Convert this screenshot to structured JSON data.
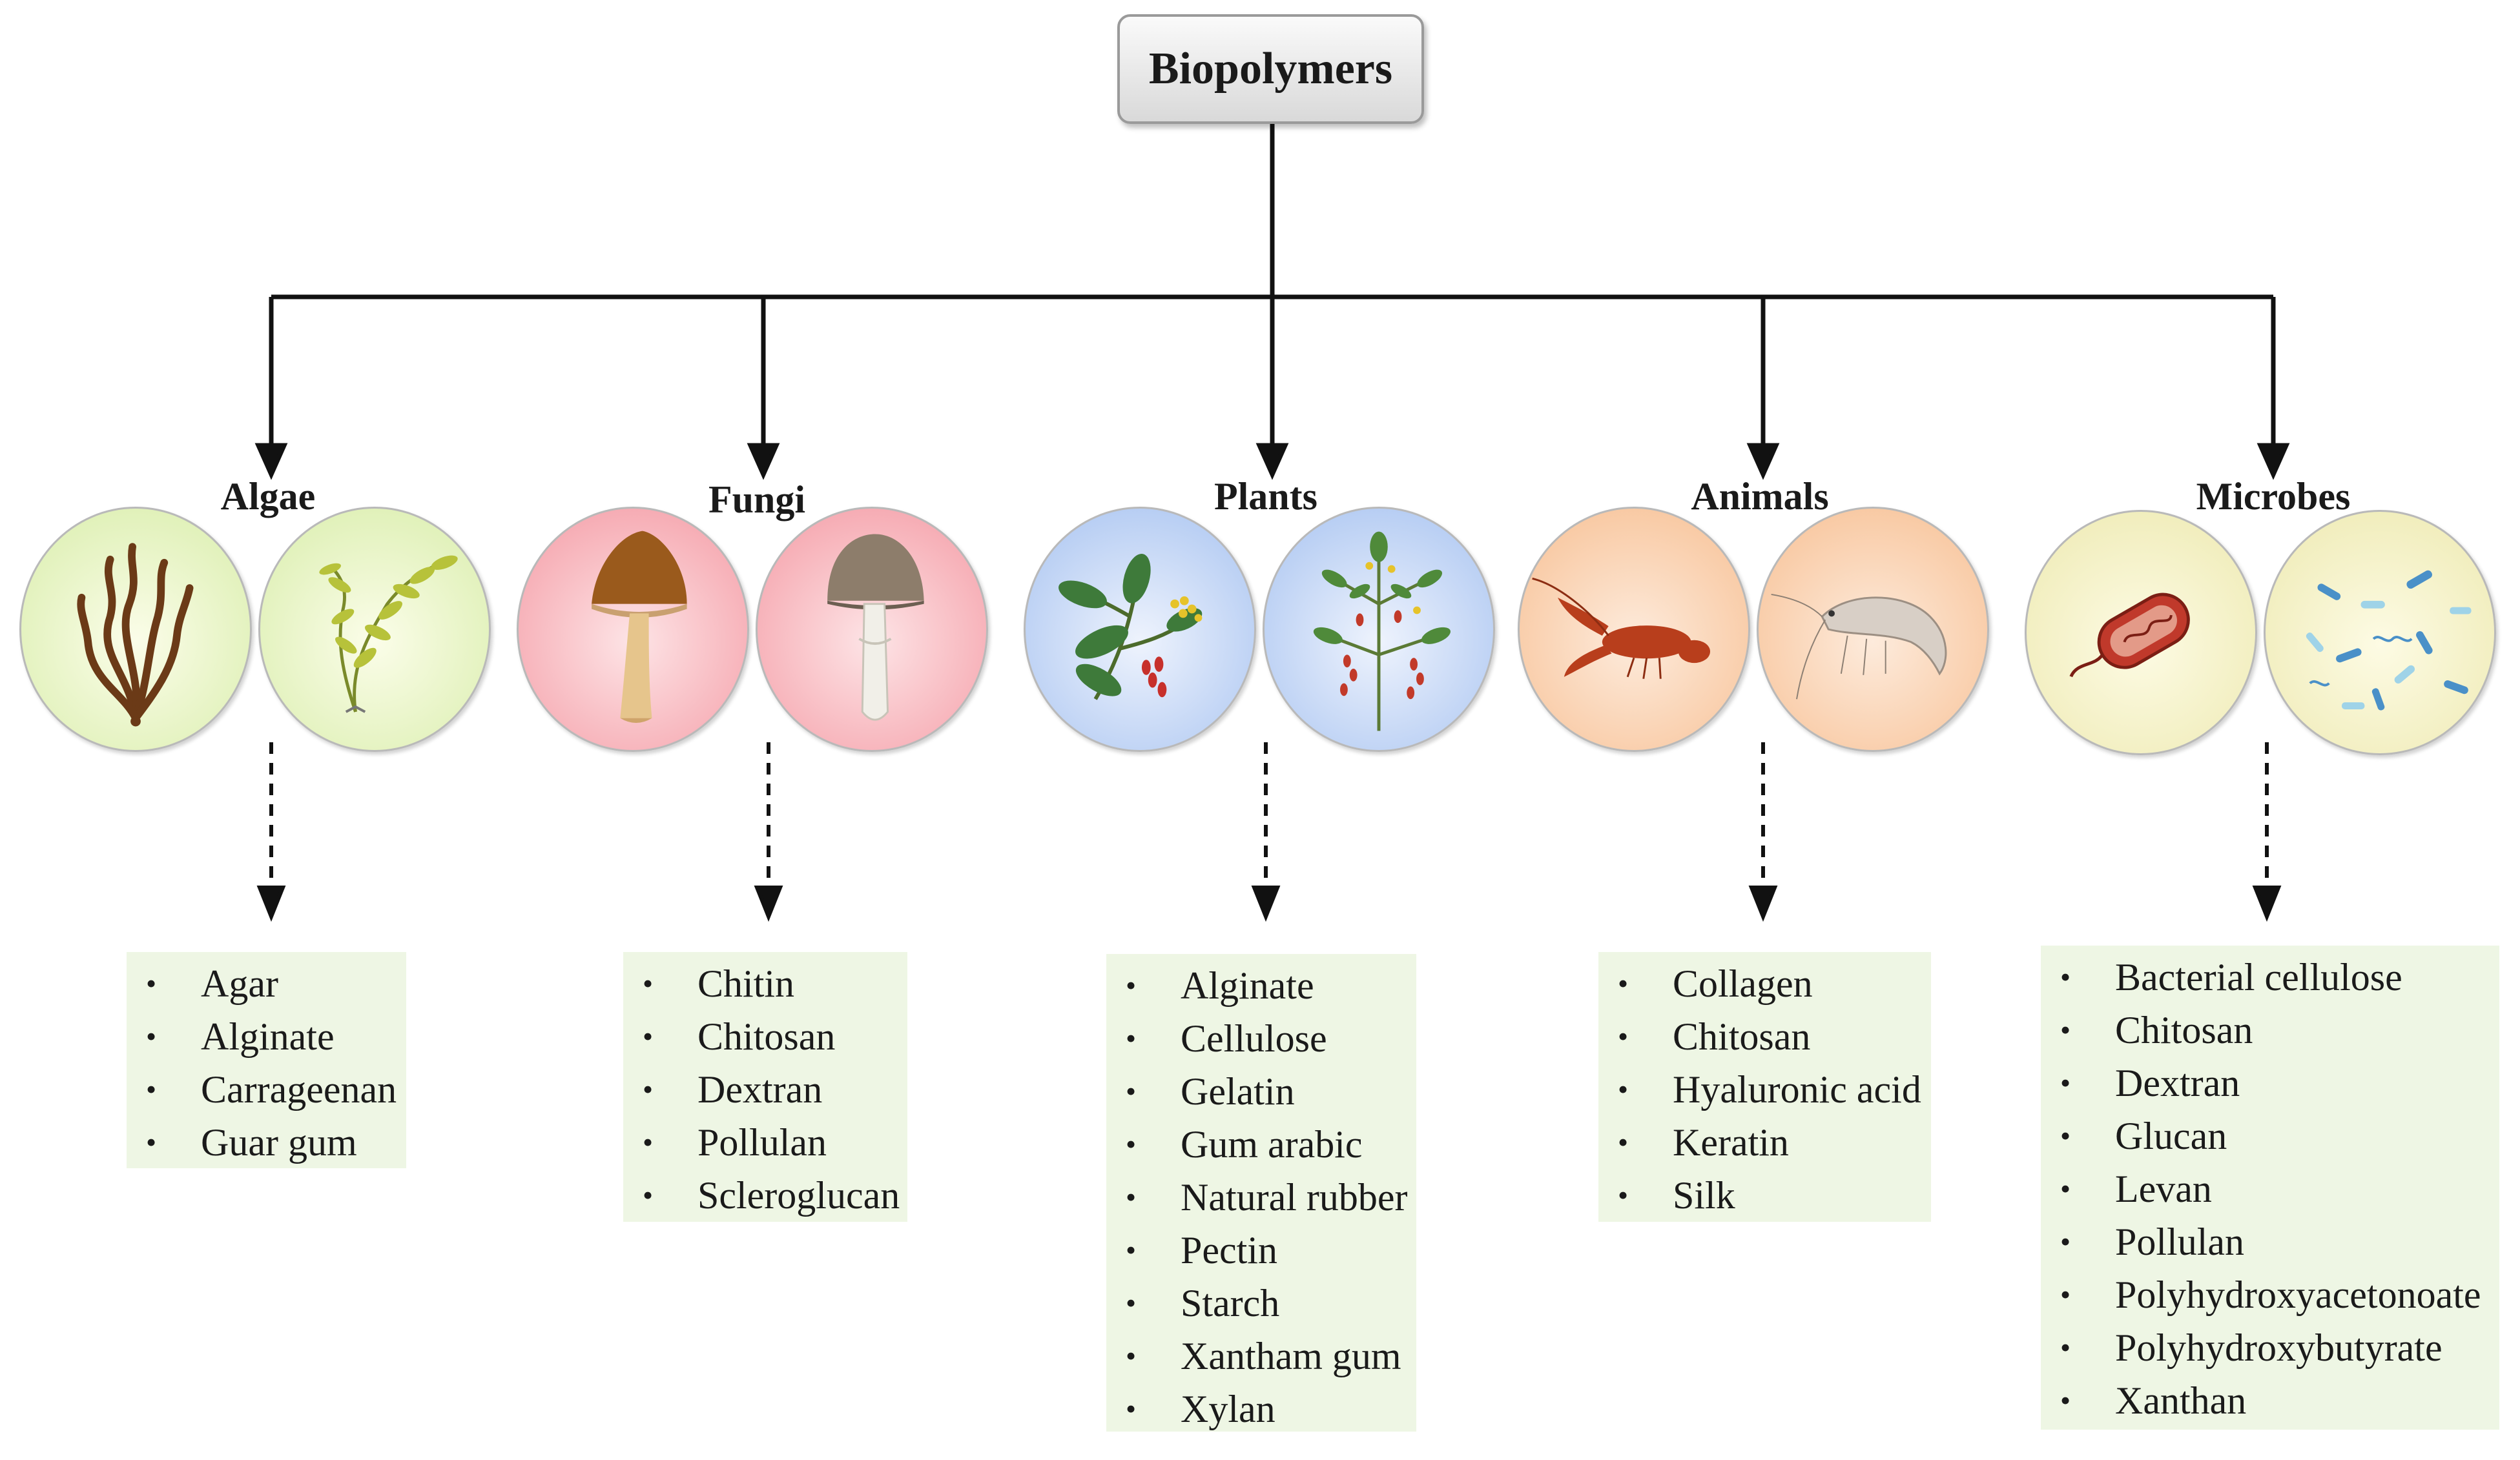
{
  "root": {
    "label": "Biopolymers"
  },
  "categories": [
    {
      "id": "algae",
      "label": "Algae",
      "icons": [
        "brown-seaweed-icon",
        "green-algae-icon"
      ],
      "items": [
        "Agar",
        "Alginate",
        "Carrageenan",
        "Guar gum"
      ]
    },
    {
      "id": "fungi",
      "label": "Fungi",
      "icons": [
        "brown-mushroom-icon",
        "grey-mushroom-icon"
      ],
      "items": [
        "Chitin",
        "Chitosan",
        "Dextran",
        "Pollulan",
        "Scleroglucan"
      ]
    },
    {
      "id": "plants",
      "label": "Plants",
      "icons": [
        "leafy-plant-icon",
        "berry-plant-icon"
      ],
      "items": [
        "Alginate",
        "Cellulose",
        "Gelatin",
        "Gum arabic",
        "Natural rubber",
        "Pectin",
        "Starch",
        "Xantham gum",
        "Xylan"
      ]
    },
    {
      "id": "animals",
      "label": "Animals",
      "icons": [
        "crayfish-icon",
        "shrimp-icon"
      ],
      "items": [
        "Collagen",
        "Chitosan",
        "Hyaluronic acid",
        "Keratin",
        "Silk"
      ]
    },
    {
      "id": "microbes",
      "label": "Microbes",
      "icons": [
        "bacterium-icon",
        "bacteria-colony-icon"
      ],
      "items": [
        "Bacterial cellulose",
        "Chitosan",
        "Dextran",
        "Glucan",
        "Levan",
        "Pollulan",
        "Polyhydroxyacetonoate",
        "Polyhydroxybutyrate",
        "Xanthan"
      ]
    }
  ],
  "colors": {
    "algae": "#d8edaa",
    "fungi": "#f49aa4",
    "plants": "#a6c2f0",
    "animals": "#f7bf92",
    "microbes": "#ede9b0",
    "list_bg": "#eef6e4",
    "connector": "#111111"
  }
}
